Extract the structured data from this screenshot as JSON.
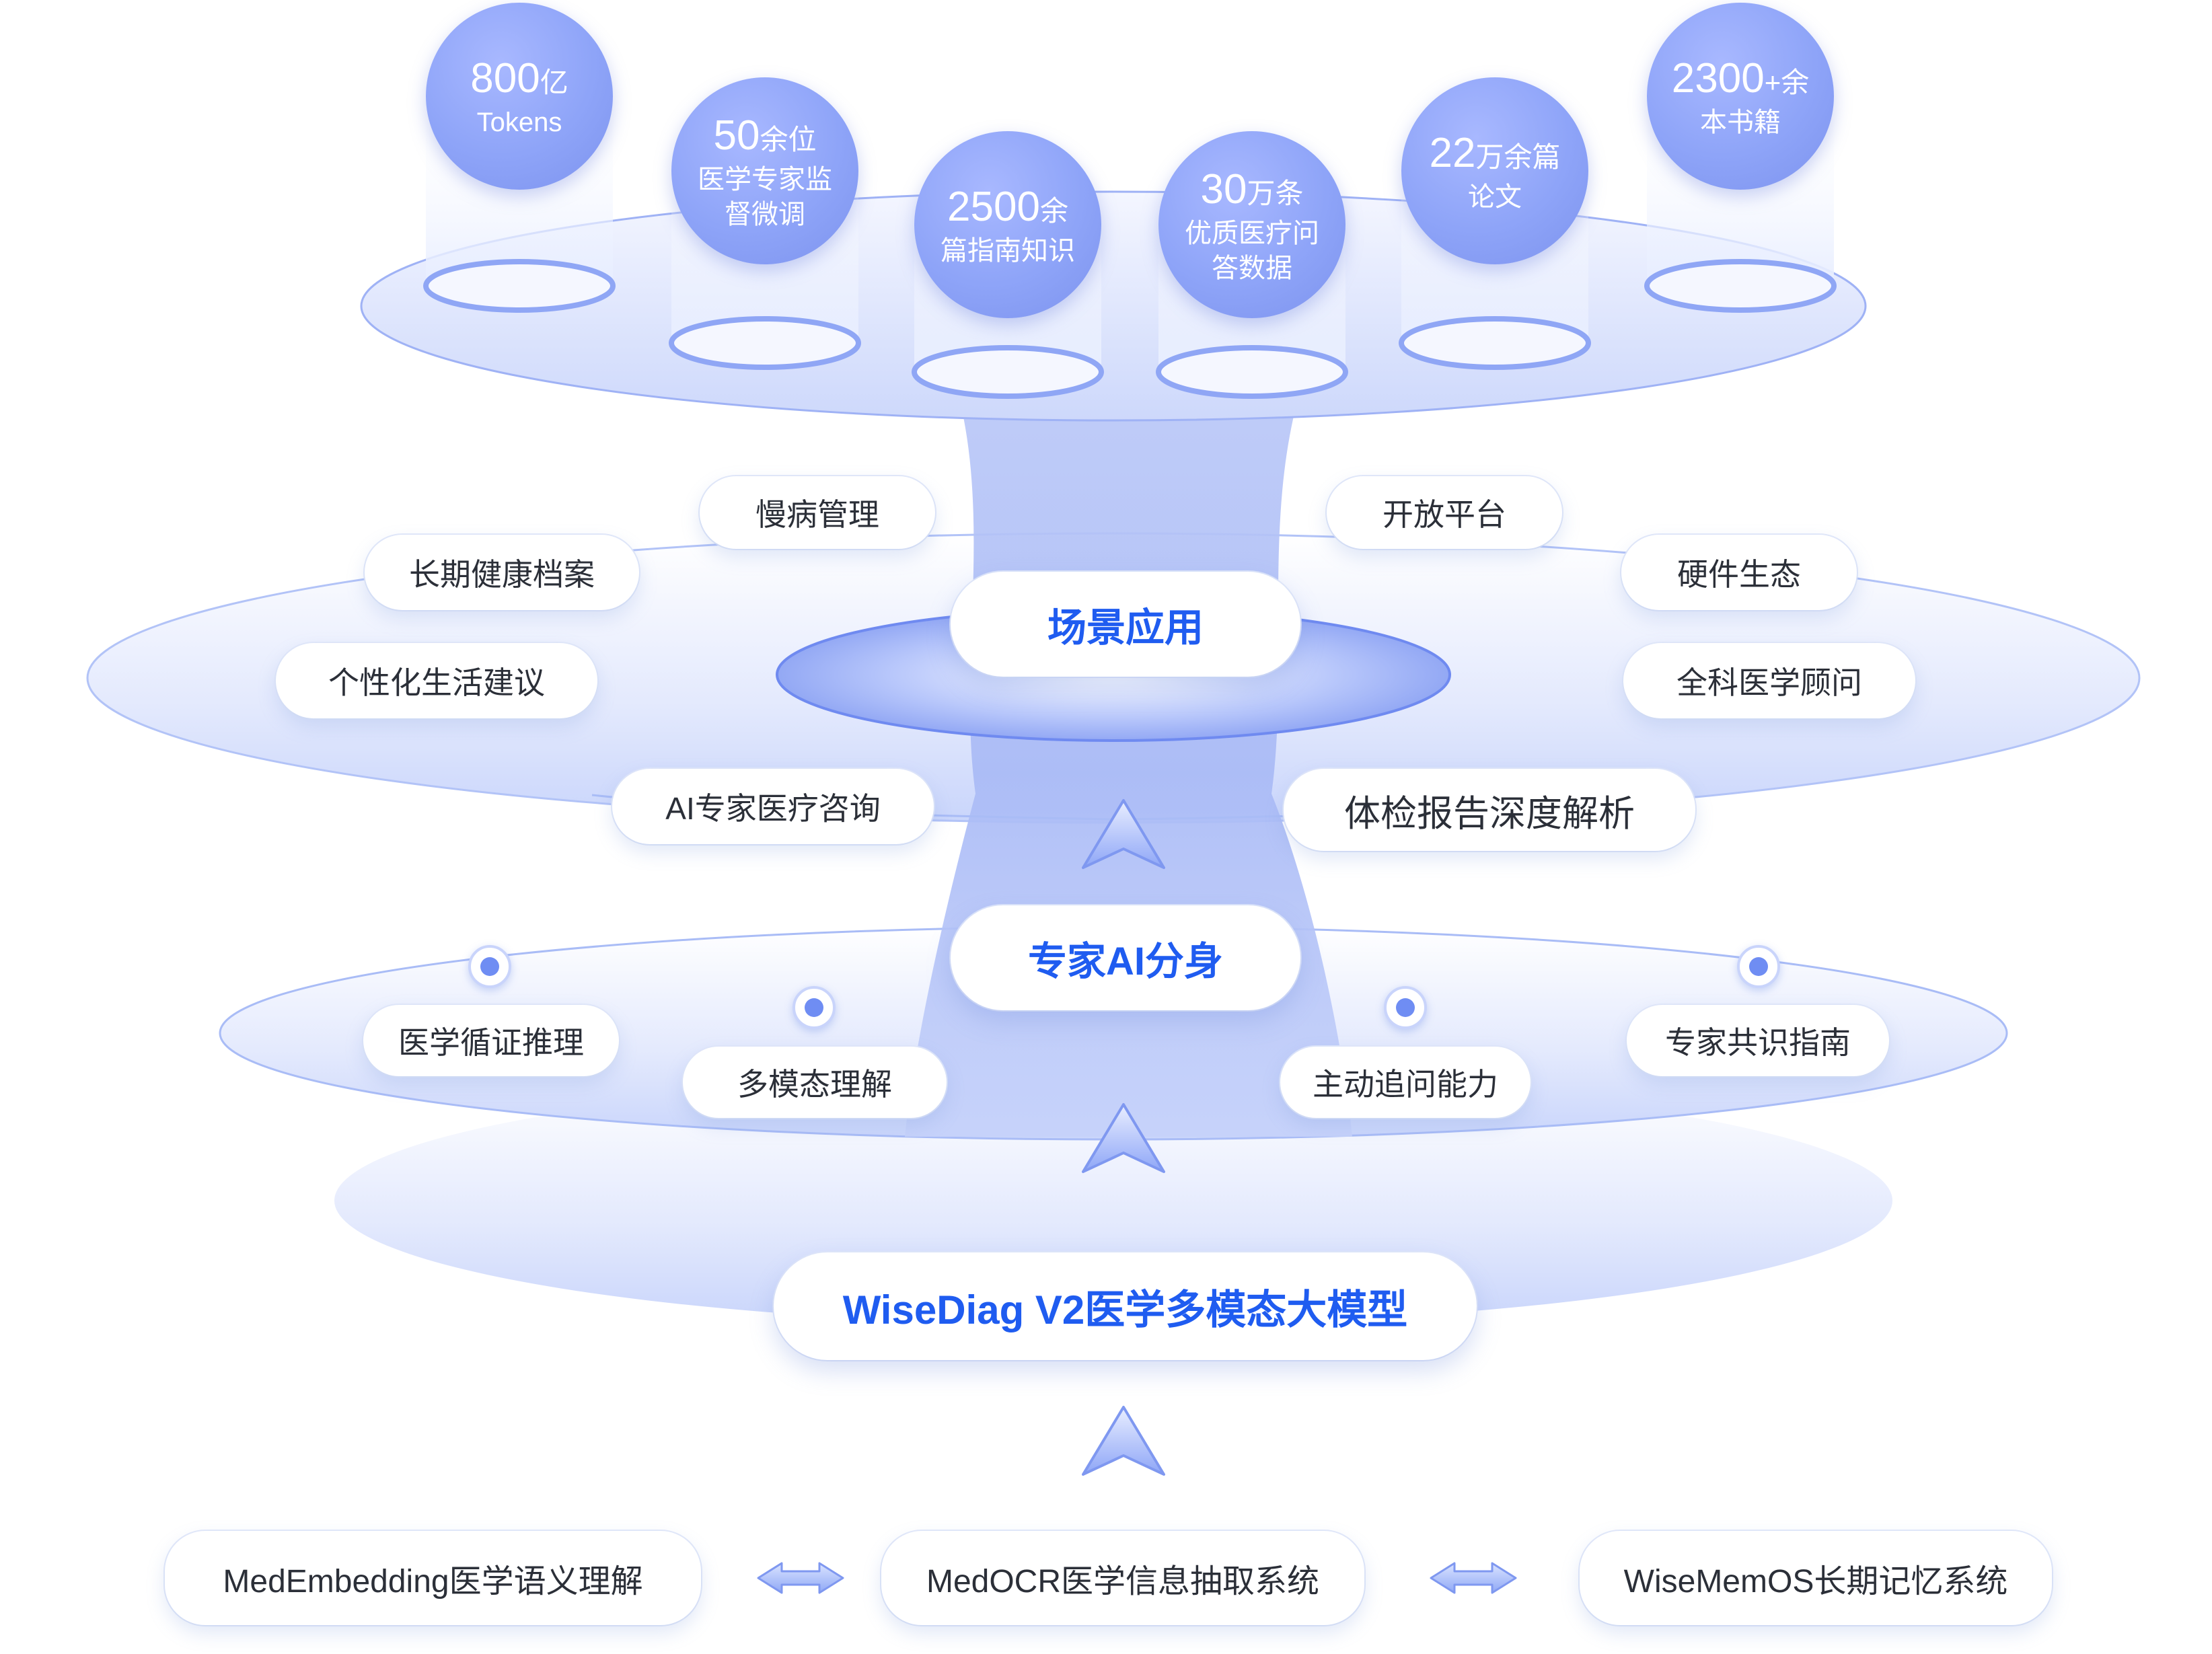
{
  "stats": [
    {
      "number": "800",
      "unit": "亿",
      "sub_lines": [
        "Tokens"
      ]
    },
    {
      "number": "50",
      "unit": "余位",
      "sub_lines": [
        "医学专家监",
        "督微调"
      ]
    },
    {
      "number": "2500",
      "unit": "余",
      "sub_lines": [
        "篇指南知识"
      ]
    },
    {
      "number": "30",
      "unit": "万条",
      "sub_lines": [
        "优质医疗问",
        "答数据"
      ]
    },
    {
      "number": "22",
      "unit": "万余篇",
      "sub_lines": [
        "论文"
      ]
    },
    {
      "number": "2300",
      "unit": "+余",
      "sub_lines": [
        "本书籍"
      ]
    }
  ],
  "scenario_layer": {
    "hub": "场景应用",
    "items": [
      "慢病管理",
      "长期健康档案",
      "个性化生活建议",
      "AI专家医疗咨询",
      "开放平台",
      "硬件生态",
      "全科医学顾问",
      "体检报告深度解析"
    ]
  },
  "expert_layer": {
    "hub": "专家AI分身",
    "items": [
      "医学循证推理",
      "多模态理解",
      "主动追问能力",
      "专家共识指南"
    ]
  },
  "model_layer": {
    "hub": "WiseDiag V2医学多模态大模型"
  },
  "foundation": {
    "items": [
      "MedEmbedding医学语义理解",
      "MedOCR医学信息抽取系统",
      "WiseMemOS长期记忆系统"
    ]
  },
  "colors": {
    "accent": "#1f5cf0",
    "bubble": "#8ea4f8",
    "disc": "#dfe6fc",
    "text": "#2b2f38"
  }
}
